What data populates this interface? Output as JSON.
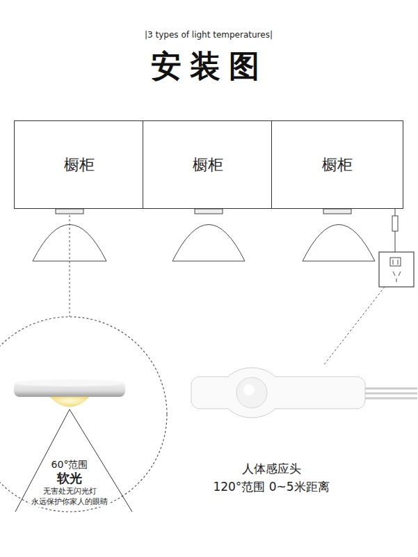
{
  "diagram": {
    "title": "安装图",
    "nodes": [
      {
        "text": [
          "橱柜"
        ]
      },
      {
        "text": [
          "橱柜"
        ]
      },
      {
        "text": [
          "橱柜"
        ]
      }
    ],
    "labels": [
      "|3 types of light temperatures|",
      "60°范围",
      "软光",
      "无害处无闪光灯",
      "永远保护你家人的眼睛",
      "人体感应头",
      "120°范围 0~5米距离"
    ]
  }
}
